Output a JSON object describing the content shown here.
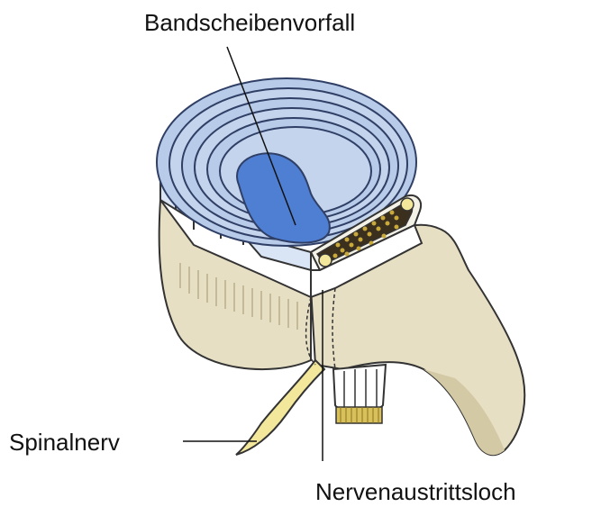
{
  "labels": {
    "disc_herniation": "Bandscheibenvorfall",
    "spinal_nerve": "Spinalnerv",
    "nerve_exit_foramen": "Nervenaustrittsloch"
  },
  "colors": {
    "bone": "#e7dfc4",
    "bone_shadow": "#d4c9a5",
    "disc_ring": "#b8cbe8",
    "disc_ring_line": "#2f3f66",
    "nucleus": "#4f7fd3",
    "nerve_yellow": "#f2e79b",
    "cord_dots": "#c9a93a",
    "outline": "#333333"
  }
}
